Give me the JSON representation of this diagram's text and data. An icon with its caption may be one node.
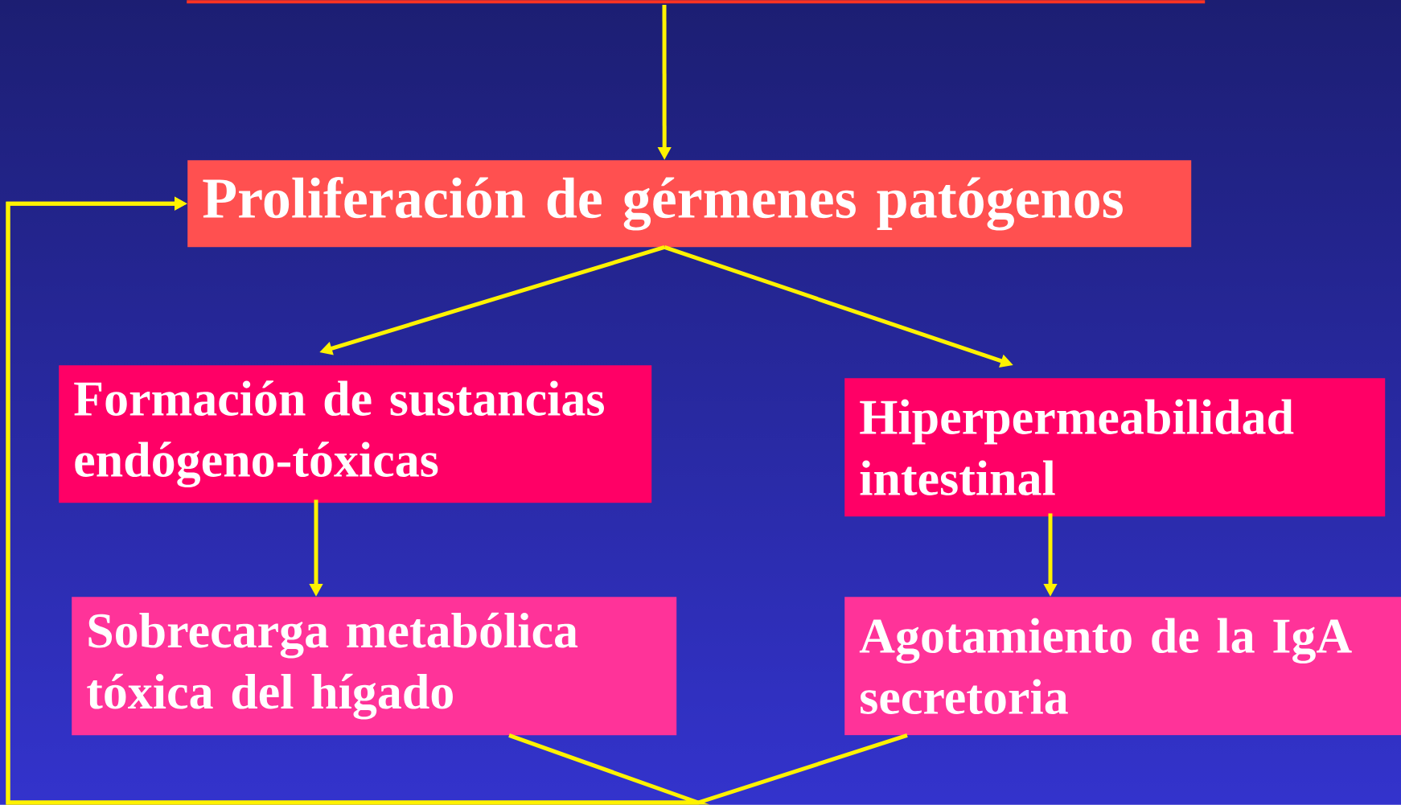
{
  "diagram": {
    "nodes": [
      {
        "text": [],
        "shape": "box"
      },
      {
        "text": [
          "Proliferación de gérmenes patógenos"
        ]
      },
      {
        "text": [
          "Formación de sustancias endógeno-tóxicas"
        ]
      },
      {
        "text": [
          "Hiperpermeabilidad intestinal"
        ]
      },
      {
        "text": [
          "Sobrecarga metabólica tóxica del hígado"
        ]
      },
      {
        "text": [
          "Agotamiento de la IgA secretoria"
        ]
      }
    ],
    "edges": [
      {
        "from": 0,
        "to": 1,
        "arrow": "to"
      },
      {
        "from": 1,
        "to": 2,
        "arrow": "to"
      },
      {
        "from": 1,
        "to": 3,
        "arrow": "to"
      },
      {
        "from": 2,
        "to": 4,
        "arrow": "to"
      },
      {
        "from": 3,
        "to": 5,
        "arrow": "to"
      },
      {
        "from": 4,
        "to": 1,
        "arrow": "to"
      },
      {
        "from": 5,
        "to": 1,
        "arrow": "to"
      }
    ]
  }
}
